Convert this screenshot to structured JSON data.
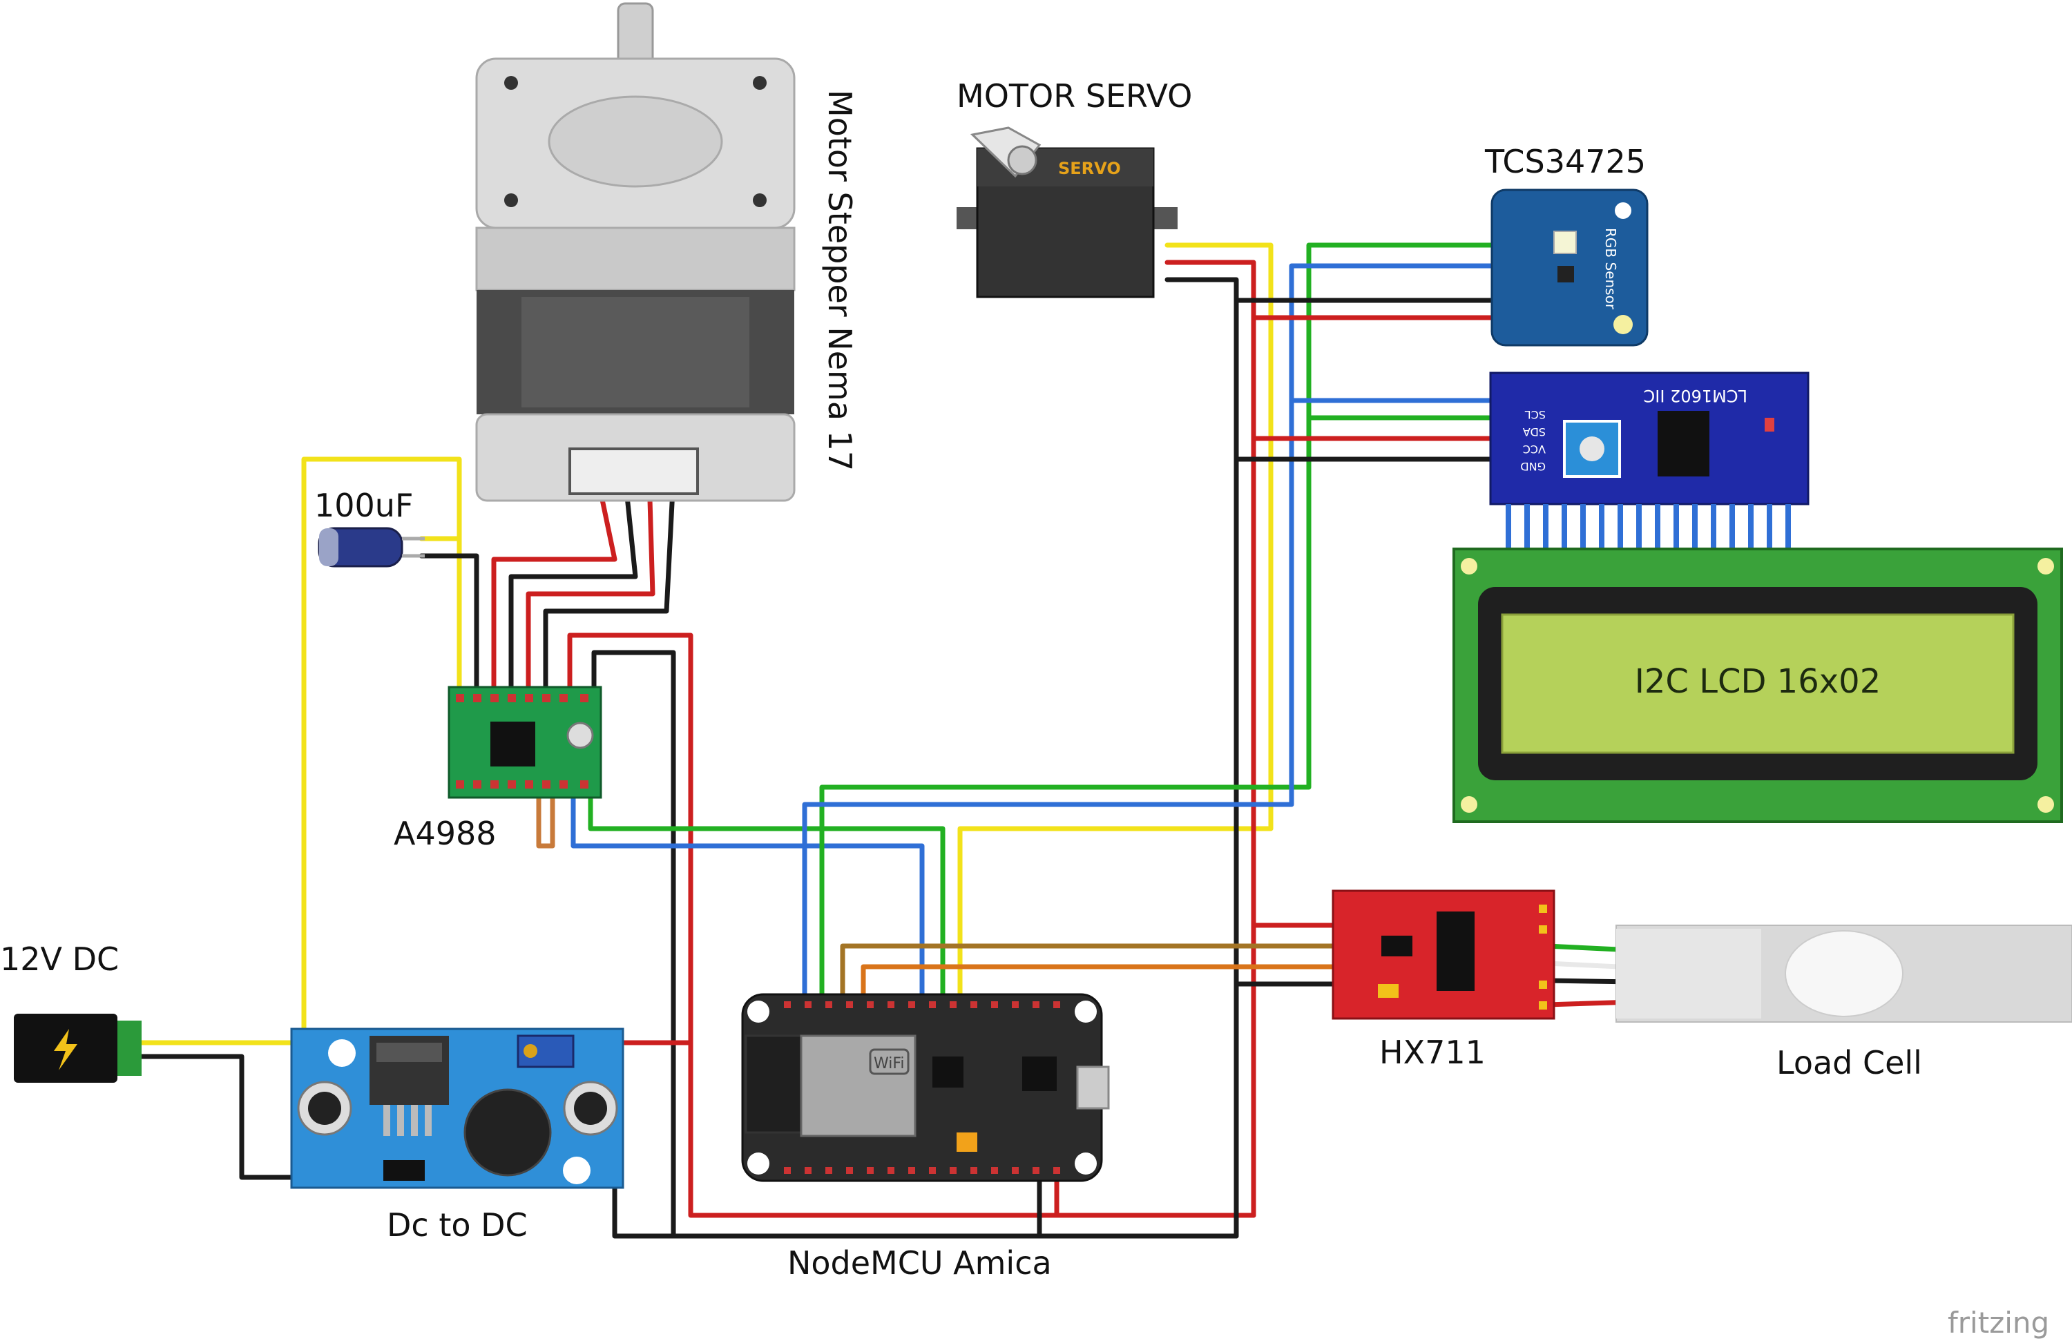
{
  "labels": {
    "stepper": "Motor Stepper Nema 17",
    "capacitor": "100uF",
    "driver": "A4988",
    "power_jack": "12V DC",
    "buck": "Dc to DC",
    "mcu": "NodeMCU Amica",
    "servo": "MOTOR SERVO",
    "servo_body": "SERVO",
    "color_sensor": "TCS34725",
    "color_sensor_sub": "RGB Sensor",
    "lcd_backpack": "LCM1602 IIC",
    "lcd": "I2C LCD 16x02",
    "hx711": "HX711",
    "load_cell": "Load Cell",
    "wifi": "WiFi",
    "brand": "fritzing"
  },
  "lcd_backpack_pins": [
    "SCL",
    "SDA",
    "VCC",
    "GND"
  ],
  "colors": {
    "red": "#cc1f1f",
    "black": "#1a1a1a",
    "yellow": "#f2e21a",
    "green": "#22b022",
    "blue": "#2f6fd6",
    "orange": "#d9741a",
    "brown": "#a37425",
    "lcd_pcb": "#3aa23a",
    "lcd_screen": "#b5d15a",
    "backpack": "#1f2aa8",
    "sensor_pcb": "#1d5c9c",
    "hx711_pcb": "#d8242a",
    "buck_pcb": "#2f8fd8",
    "driver_pcb": "#1f9a4a",
    "mcu_pcb": "#2b2b2b"
  }
}
